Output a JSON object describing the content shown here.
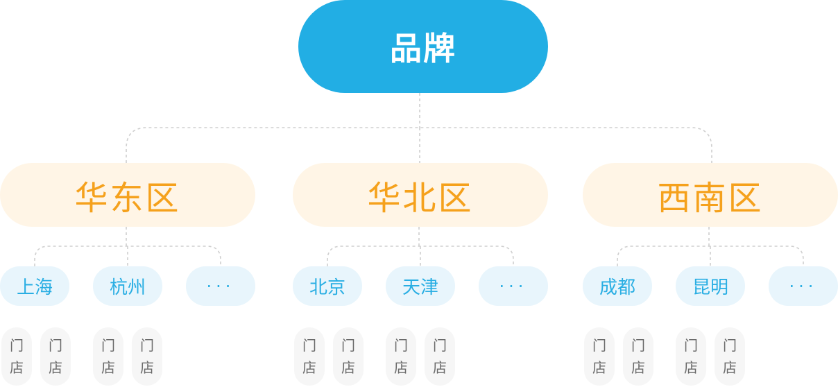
{
  "root": {
    "label": "品牌"
  },
  "colors": {
    "root_bg": "#22aee4",
    "region_bg": "#fff5e6",
    "region_text": "#f5a11c",
    "city_bg": "#e8f5fc",
    "city_text": "#29aee3",
    "store_bg": "#f6f6f6",
    "store_text": "#6a6a6a",
    "connector": "#cfcfcf"
  },
  "regions": [
    {
      "label": "华东区",
      "cities": [
        {
          "label": "上海",
          "stores": [
            [
              "门",
              "店"
            ],
            [
              "门",
              "店"
            ]
          ]
        },
        {
          "label": "杭州",
          "stores": [
            [
              "门",
              "店"
            ],
            [
              "门",
              "店"
            ]
          ]
        },
        {
          "label": "···",
          "stores": []
        }
      ]
    },
    {
      "label": "华北区",
      "cities": [
        {
          "label": "北京",
          "stores": [
            [
              "门",
              "店"
            ],
            [
              "门",
              "店"
            ]
          ]
        },
        {
          "label": "天津",
          "stores": [
            [
              "门",
              "店"
            ],
            [
              "门",
              "店"
            ]
          ]
        },
        {
          "label": "···",
          "stores": []
        }
      ]
    },
    {
      "label": "西南区",
      "cities": [
        {
          "label": "成都",
          "stores": [
            [
              "门",
              "店"
            ],
            [
              "门",
              "店"
            ]
          ]
        },
        {
          "label": "昆明",
          "stores": [
            [
              "门",
              "店"
            ],
            [
              "门",
              "店"
            ]
          ]
        },
        {
          "label": "···",
          "stores": []
        }
      ]
    }
  ]
}
